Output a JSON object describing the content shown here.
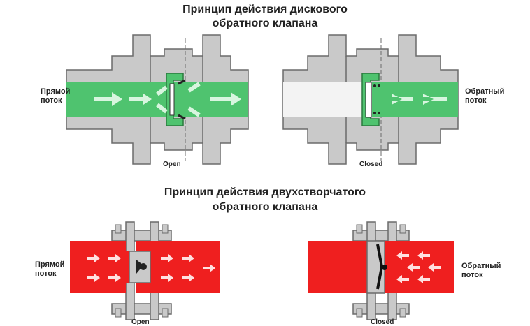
{
  "disk_section": {
    "title_line1": "Принцип действия дискового",
    "title_line2": "обратного клапана",
    "left_label_line1": "Прямой",
    "left_label_line2": "поток",
    "right_label_line1": "Обратный",
    "right_label_line2": "поток",
    "open_label": "Open",
    "closed_label": "Closed",
    "flow_color": "#4fc36f"
  },
  "dual_section": {
    "title_line1": "Принцип действия двухстворчатого",
    "title_line2": "обратного клапана",
    "left_label_line1": "Прямой",
    "left_label_line2": "поток",
    "right_label_line1": "Обратный",
    "right_label_line2": "поток",
    "open_label": "Open",
    "closed_label": "Closed",
    "flow_color": "#ef1f1f"
  }
}
